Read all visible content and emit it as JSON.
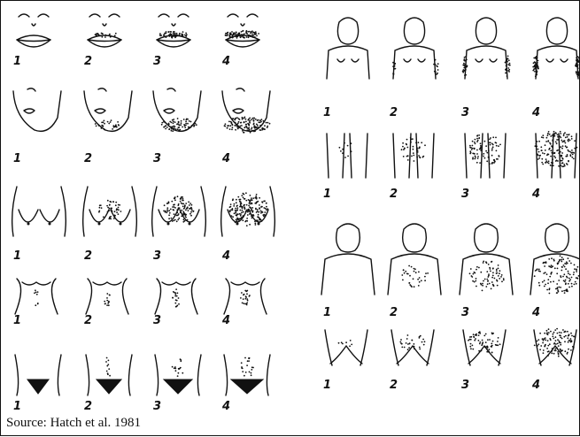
{
  "figure": {
    "source_caption": "Source: Hatch et al. 1981",
    "score_labels": [
      "1",
      "2",
      "3",
      "4"
    ],
    "body_areas": [
      "upper-lip",
      "chin",
      "chest",
      "upper-abdomen",
      "lower-abdomen",
      "upper-arm",
      "thigh",
      "upper-back",
      "lower-back"
    ]
  }
}
